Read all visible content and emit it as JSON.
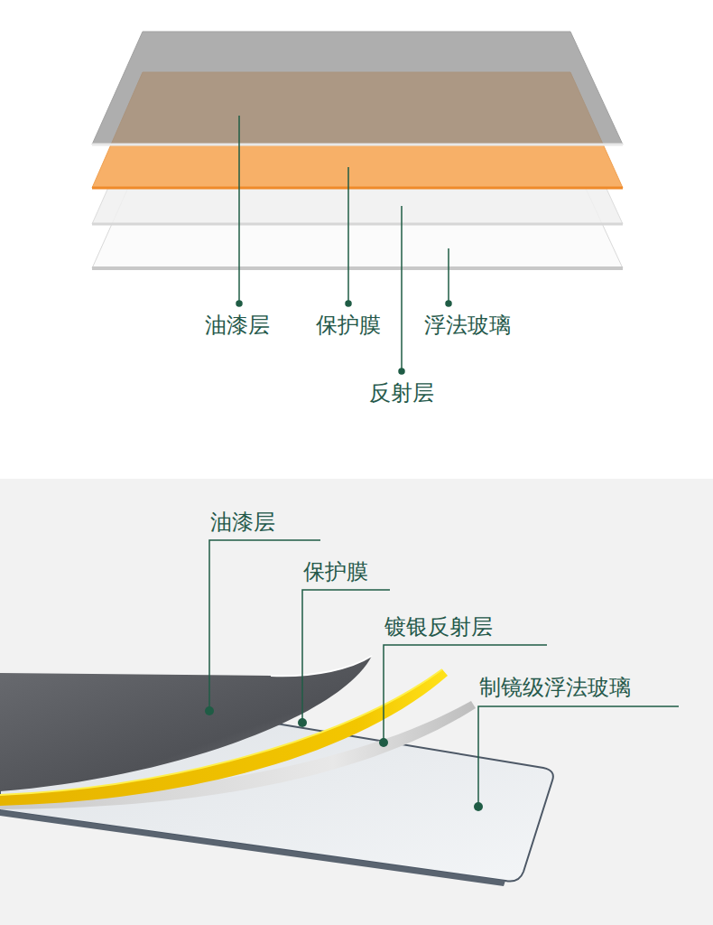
{
  "diagram": {
    "labels": [
      "油漆层",
      "保护膜",
      "浮法玻璃",
      "反射层",
      "油漆层",
      "保护膜",
      "镀银反射层",
      "制镜级浮法玻璃"
    ]
  }
}
